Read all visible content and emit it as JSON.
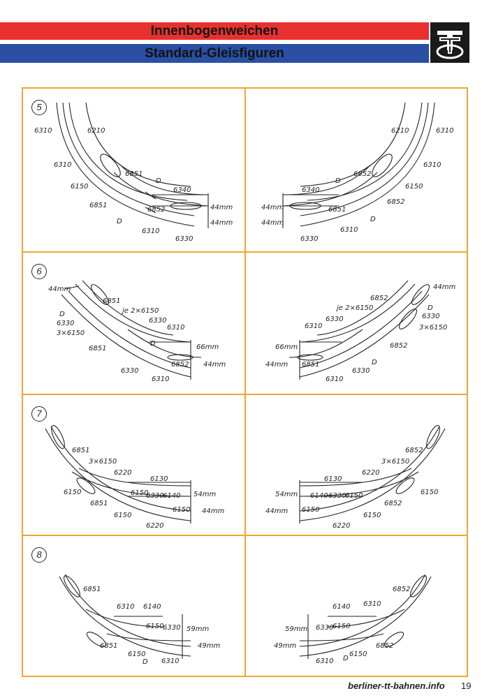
{
  "header": {
    "title_line1": "Innenbogenweichen",
    "title_line2": "Standard-Gleisfiguren",
    "stripe_colors": {
      "red": "#e8312f",
      "white": "#ffffff",
      "blue": "#2a4fa3"
    },
    "logo_icon": "tt-logo-icon"
  },
  "frame_color": "#f2a531",
  "rows": [
    {
      "number": "5",
      "left": {
        "labels": [
          "6310",
          "6210",
          "6310",
          "6851",
          "6150",
          "D",
          "6340",
          "6851",
          "6852",
          "44mm",
          "44mm",
          "D",
          "6310",
          "6330"
        ]
      },
      "right": {
        "labels": [
          "6210",
          "6310",
          "6310",
          "6852",
          "D",
          "6150",
          "6340",
          "6852",
          "44mm",
          "6851",
          "44mm",
          "D",
          "6310",
          "6330"
        ]
      }
    },
    {
      "number": "6",
      "left": {
        "labels": [
          "44mm",
          "6851",
          "D",
          "6330",
          "3×6150",
          "je 2×6150",
          "6330",
          "6310",
          "D",
          "66mm",
          "6851",
          "6852",
          "44mm",
          "6330",
          "6310"
        ]
      },
      "right": {
        "labels": [
          "44mm",
          "6852",
          "D",
          "je 2×6150",
          "6330",
          "6310",
          "6330",
          "3×6150",
          "66mm",
          "6852",
          "44mm",
          "6851",
          "D",
          "6330",
          "6310"
        ]
      }
    },
    {
      "number": "7",
      "left": {
        "labels": [
          "6851",
          "3×6150",
          "6220",
          "6130",
          "6150",
          "6150",
          "6330",
          "6140",
          "54mm",
          "6851",
          "6150",
          "44mm",
          "6150",
          "6220"
        ]
      },
      "right": {
        "labels": [
          "6852",
          "3×6150",
          "6220",
          "6130",
          "54mm",
          "6140",
          "6330",
          "6150",
          "6150",
          "6852",
          "44mm",
          "6150",
          "6150",
          "6220"
        ]
      }
    },
    {
      "number": "8",
      "left": {
        "labels": [
          "6851",
          "6310",
          "6140",
          "6150",
          "6330",
          "59mm",
          "6851",
          "49mm",
          "6150",
          "D",
          "6310"
        ]
      },
      "right": {
        "labels": [
          "6852",
          "6140",
          "6310",
          "59mm",
          "6330",
          "6150",
          "6852",
          "49mm",
          "6310",
          "D",
          "6150"
        ]
      }
    }
  ],
  "footer": {
    "url": "berliner-tt-bahnen.info",
    "page": "19"
  }
}
